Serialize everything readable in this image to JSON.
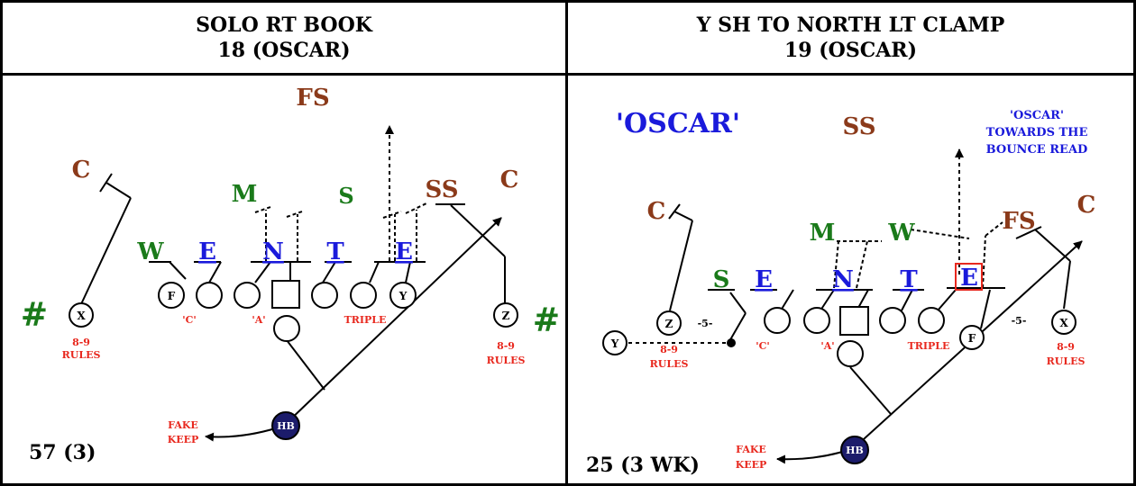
{
  "left": {
    "title_line1": "SOLO RT BOOK",
    "title_line2": "18 (OSCAR)",
    "defense": {
      "fs": "FS",
      "c_left": "C",
      "c_right": "C",
      "m": "M",
      "s": "S",
      "ss": "SS",
      "w": "W",
      "e1": "E",
      "n": "N",
      "t": "T",
      "e2": "E"
    },
    "hash_left": "#",
    "hash_right": "#",
    "players": {
      "x": "X",
      "f": "F",
      "y": "Y",
      "z": "Z",
      "hb": "HB"
    },
    "labels": {
      "c": "'C'",
      "a": "'A'",
      "triple": "TRIPLE",
      "rules_x_1": "8-9",
      "rules_x_2": "RULES",
      "rules_z_1": "8-9",
      "rules_z_2": "RULES",
      "fake_1": "FAKE",
      "fake_2": "KEEP"
    },
    "play_number": "57 (3)"
  },
  "right": {
    "title_line1": "Y SH TO NORTH LT CLAMP",
    "title_line2": "19 (OSCAR)",
    "oscar": "'OSCAR'",
    "note_1": "'OSCAR'",
    "note_2": "TOWARDS THE",
    "note_3": "BOUNCE READ",
    "defense": {
      "ss": "SS",
      "c_left": "C",
      "c_right": "C",
      "m": "M",
      "w": "W",
      "fs": "FS",
      "s": "S",
      "e1": "E",
      "n": "N",
      "t": "T",
      "e2": "E"
    },
    "players": {
      "y": "Y",
      "z": "Z",
      "f": "F",
      "x": "X",
      "hb": "HB"
    },
    "labels": {
      "five_left": "-5-",
      "five_right": "-5-",
      "c": "'C'",
      "a": "'A'",
      "triple": "TRIPLE",
      "rules_y_1": "8-9",
      "rules_y_2": "RULES",
      "rules_x_1": "8-9",
      "rules_x_2": "RULES",
      "fake_1": "FAKE",
      "fake_2": "KEEP"
    },
    "play_number": "25 (3 WK)"
  },
  "colors": {
    "brown": "#8b3a1a",
    "green": "#1a7a1a",
    "blue": "#1a1adb",
    "red": "#e8281e",
    "navy": "#1c1c6b"
  }
}
